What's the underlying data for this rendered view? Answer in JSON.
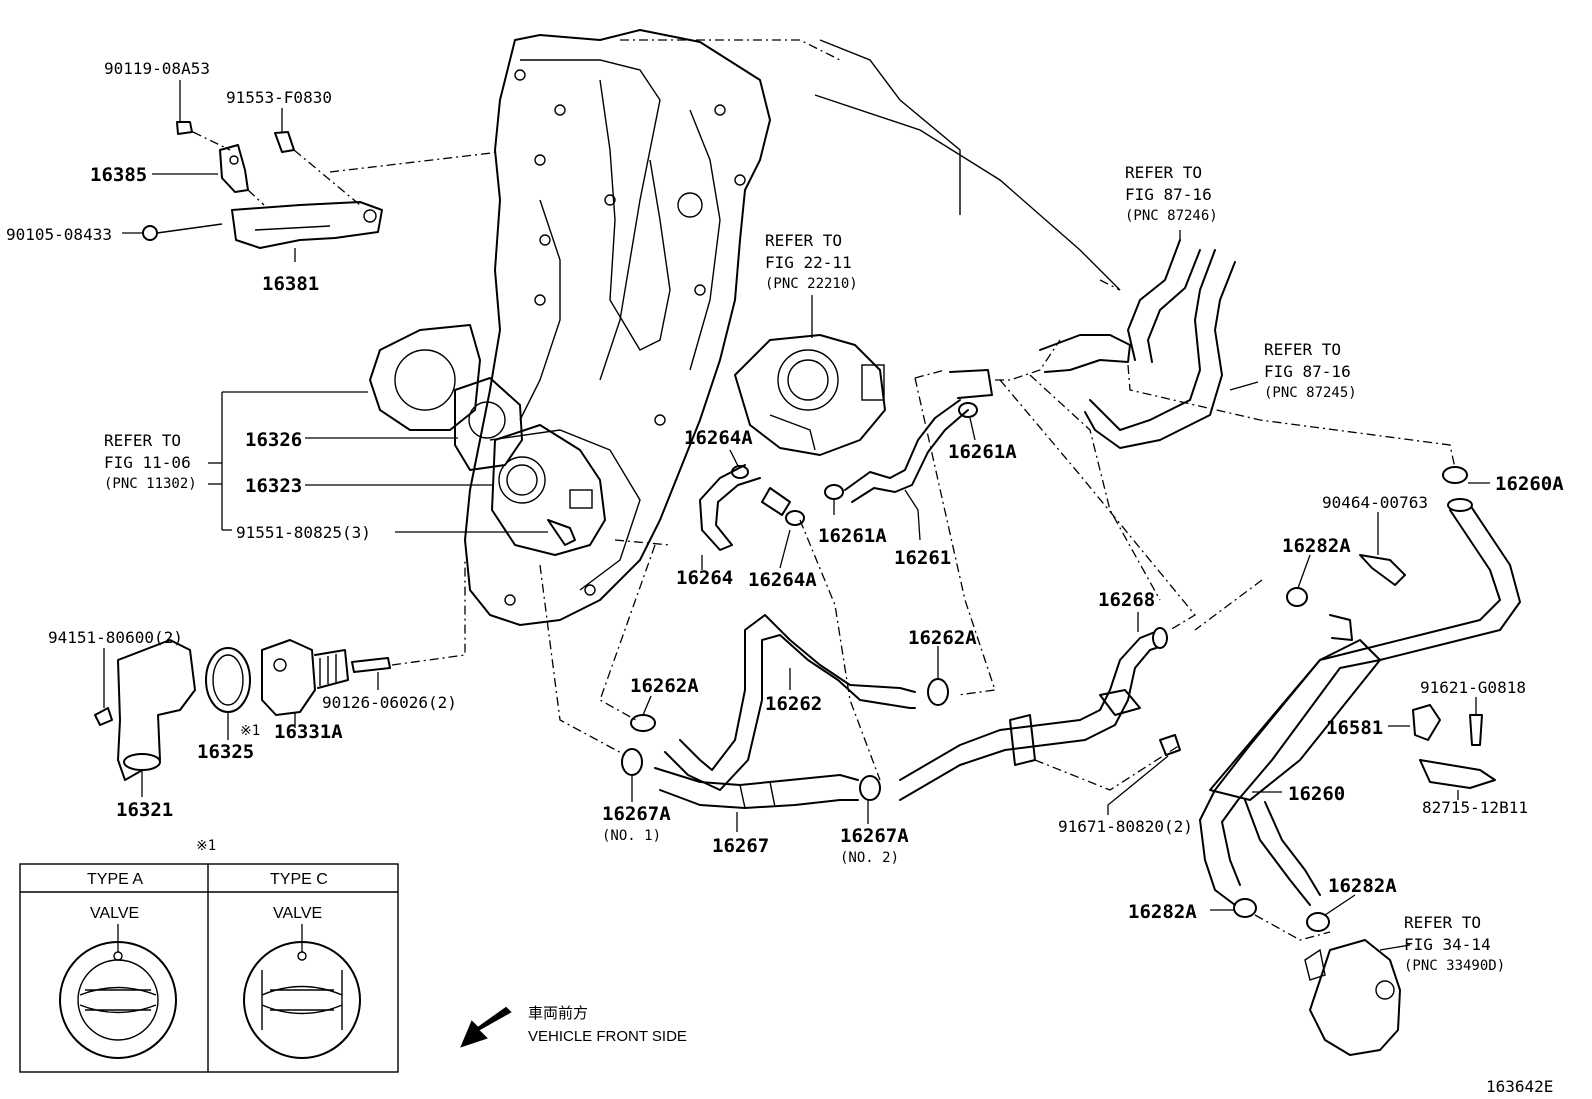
{
  "diagram": {
    "figure_code": "163642E",
    "parts": {
      "p90119": "90119-08A53",
      "p91553": "91553-F0830",
      "p16385": "16385",
      "p90105": "90105-08433",
      "p16381": "16381",
      "p16326": "16326",
      "p16323": "16323",
      "p91551": "91551-80825(3)",
      "p94151": "94151-80600(2)",
      "p90126": "90126-06026(2)",
      "p16331A": "16331A",
      "p16325": "16325",
      "p16321": "16321",
      "p16264A_top": "16264A",
      "p16264": "16264",
      "p16264A_bot": "16264A",
      "p16261A_top": "16261A",
      "p16261A_mid": "16261A",
      "p16261": "16261",
      "p16262A_right": "16262A",
      "p16262A_left": "16262A",
      "p16262": "16262",
      "p16267A_1": "16267A",
      "p16267A_1_note": "(NO. 1)",
      "p16267": "16267",
      "p16267A_2": "16267A",
      "p16267A_2_note": "(NO. 2)",
      "p16268": "16268",
      "p91671": "91671-80820(2)",
      "p16260A": "16260A",
      "p90464": "90464-00763",
      "p16282A_top": "16282A",
      "p16282A_left": "16282A",
      "p16282A_right": "16282A",
      "p16581": "16581",
      "p91621": "91621-G0818",
      "p82715": "82715-12B11",
      "p16260": "16260"
    },
    "refs": {
      "fig22": [
        "REFER TO",
        "FIG 22-11",
        "(PNC 22210)"
      ],
      "fig87_top": [
        "REFER TO",
        "FIG 87-16",
        "(PNC 87246)"
      ],
      "fig87_mid": [
        "REFER TO",
        "FIG 87-16",
        "(PNC 87245)"
      ],
      "fig11": [
        "REFER TO",
        "FIG 11-06",
        "(PNC 11302)"
      ],
      "fig34": [
        "REFER TO",
        "FIG 34-14",
        "(PNC 33490D)"
      ]
    },
    "note_mark": "※1",
    "note_mark_table": "※1",
    "type_table": {
      "col_a": "TYPE A",
      "col_c": "TYPE C",
      "valve_a": "VALVE",
      "valve_c": "VALVE"
    },
    "direction": {
      "jp": "車両前方",
      "en": "VEHICLE FRONT SIDE"
    }
  }
}
